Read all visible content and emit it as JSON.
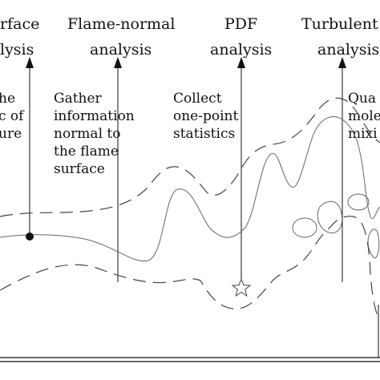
{
  "columns": [
    {
      "title_line1": "rface",
      "title_line2": "lysis",
      "note_lines": [
        "he",
        "c of",
        "ure"
      ]
    },
    {
      "title_line1": "Flame-normal",
      "title_line2": "analysis",
      "note_lines": [
        "Gather",
        "information",
        "normal to",
        "the flame",
        "surface"
      ]
    },
    {
      "title_line1": "PDF",
      "title_line2": "analysis",
      "note_lines": [
        "Collect",
        "one-point",
        "statistics"
      ]
    },
    {
      "title_line1": "Turbulent",
      "title_line2": "analysis",
      "note_lines": [
        "Qua",
        "mole",
        "mixi"
      ]
    }
  ],
  "colors": {
    "ink": "#111111",
    "flame_line": "#666666",
    "dashed_line": "#444444"
  },
  "markers": {
    "surface_point": "filled-circle",
    "pdf_point": "star-outline"
  }
}
